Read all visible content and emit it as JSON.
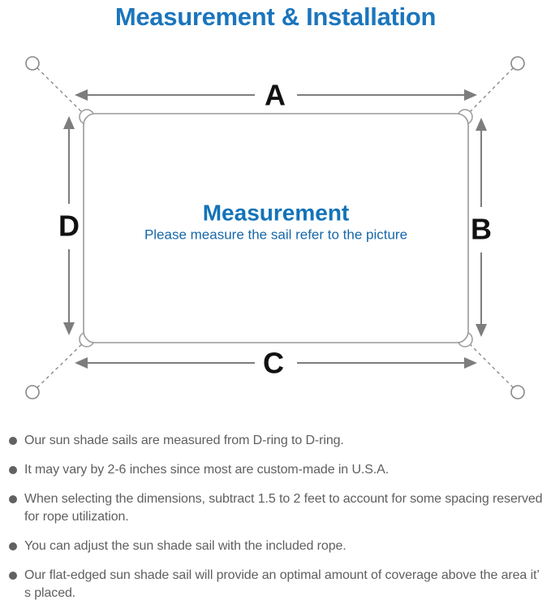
{
  "title": "Measurement & Installation",
  "diagram": {
    "labels": {
      "top": "A",
      "right": "B",
      "bottom": "C",
      "left": "D"
    },
    "center": {
      "heading": "Measurement",
      "subtitle": "Please measure the sail refer to the picture"
    },
    "bullet_icon": "●"
  },
  "notes": [
    "Our sun shade sails are measured from D-ring to D-ring.",
    "It may vary by 2-6 inches since most are custom-made in U.S.A.",
    "When selecting the dimensions, subtract 1.5 to 2 feet to account for some spacing reserved for rope utilization.",
    "You can adjust the sun shade sail with the included rope.",
    "Our flat-edged sun shade sail will provide an optimal amount of coverage above the area it’ s placed."
  ],
  "colors": {
    "accent_blue": "#1b75bc",
    "heading_blue": "#1273b8",
    "subtitle_blue": "#1767a8",
    "diagram_gray": "#8d8d8d",
    "arrow_gray": "#7d7d7d",
    "label_black": "#111111",
    "note_gray": "#5f5f5f"
  }
}
